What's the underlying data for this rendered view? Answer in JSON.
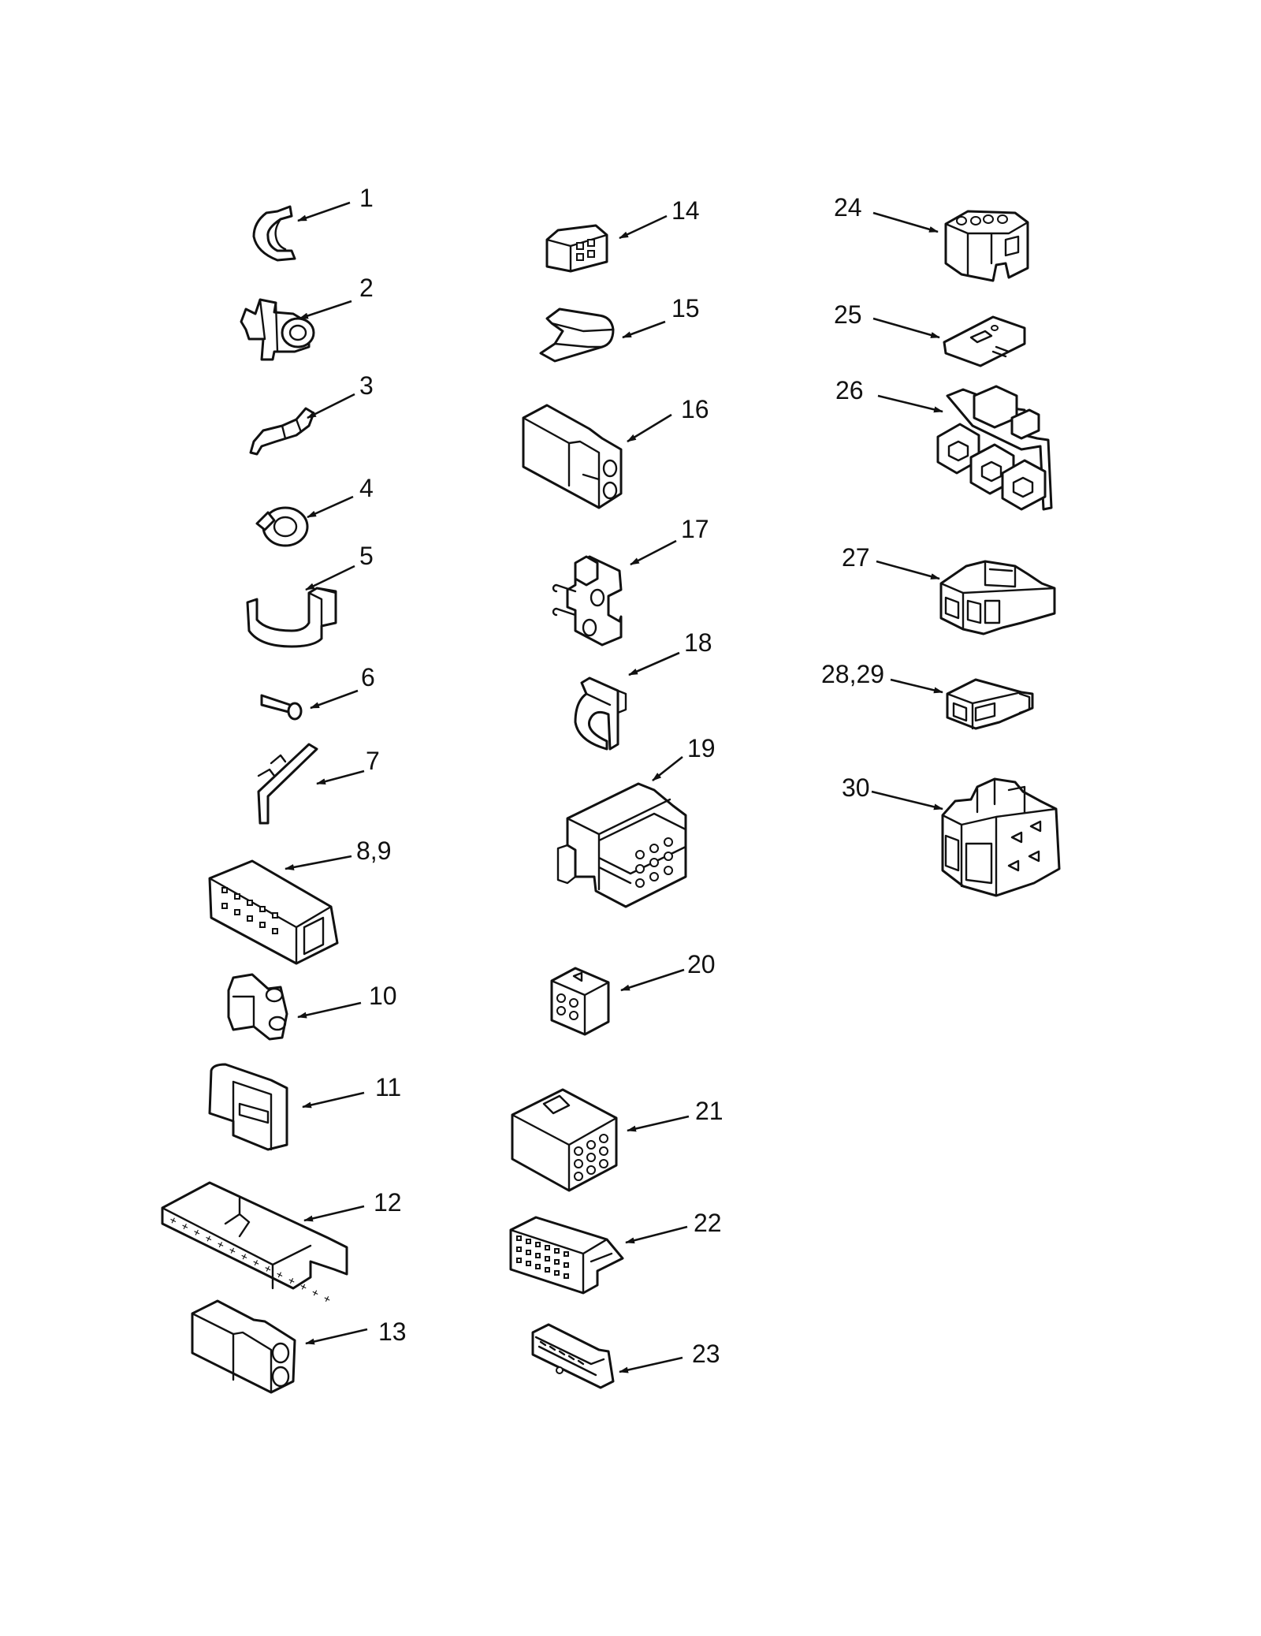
{
  "diagram": {
    "type": "exploded parts view",
    "parts": [
      {
        "label": "1"
      },
      {
        "label": "2"
      },
      {
        "label": "3"
      },
      {
        "label": "4"
      },
      {
        "label": "5"
      },
      {
        "label": "6"
      },
      {
        "label": "7"
      },
      {
        "label": "8,9"
      },
      {
        "label": "10"
      },
      {
        "label": "11"
      },
      {
        "label": "12"
      },
      {
        "label": "13"
      },
      {
        "label": "14"
      },
      {
        "label": "15"
      },
      {
        "label": "16"
      },
      {
        "label": "17"
      },
      {
        "label": "18"
      },
      {
        "label": "19"
      },
      {
        "label": "20"
      },
      {
        "label": "21"
      },
      {
        "label": "22"
      },
      {
        "label": "23"
      },
      {
        "label": "24"
      },
      {
        "label": "25"
      },
      {
        "label": "26"
      },
      {
        "label": "27"
      },
      {
        "label": "28,29"
      },
      {
        "label": "30"
      }
    ]
  }
}
